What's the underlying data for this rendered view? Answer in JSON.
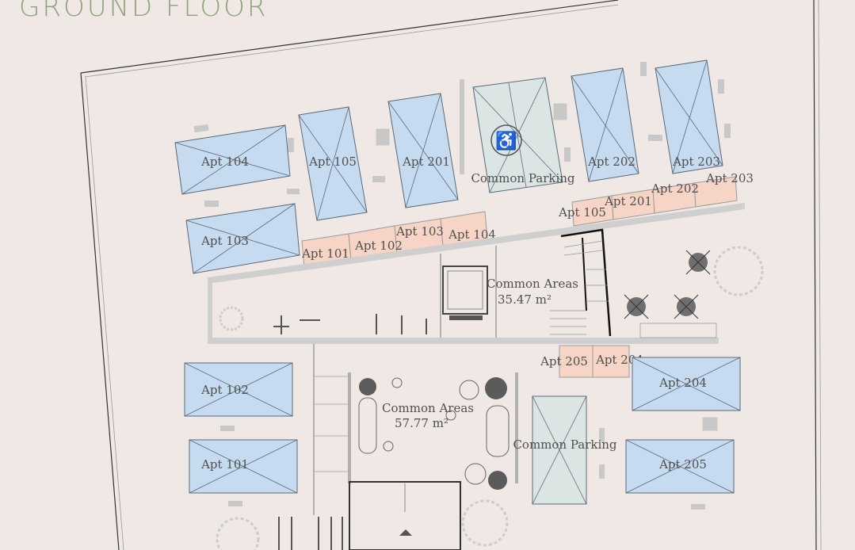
{
  "plan": {
    "title": "GROUND FLOOR",
    "colors": {
      "background": "#efe8e4",
      "title": "#8fa27e",
      "parking_space": "#c6daf0",
      "storage": "#f6d4c6",
      "common_parking": "#dbe6e4"
    },
    "parking": {
      "apt104_upper": "Apt 104",
      "apt105_upper": "Apt 105",
      "apt201_upper": "Apt 201",
      "apt202_upper": "Apt 202",
      "apt203_upper": "Apt 203",
      "apt103": "Apt 103",
      "apt102": "Apt 102",
      "apt101": "Apt 101",
      "apt204": "Apt 204",
      "apt205": "Apt 205",
      "common_parking_top": "Common Parking",
      "common_parking_bottom": "Common Parking"
    },
    "storage": {
      "apt101": "Apt 101",
      "apt102": "Apt 102",
      "apt103": "Apt 103",
      "apt104": "Apt 104",
      "apt105": "Apt 105",
      "apt201": "Apt 201",
      "apt202": "Apt 202",
      "apt203": "Apt 203",
      "apt205": "Apt 205",
      "apt204": "Apt 204"
    },
    "common_areas": [
      {
        "label": "Common Areas",
        "area": "35.47 m²"
      },
      {
        "label": "Common Areas",
        "area": "57.77 m²"
      }
    ],
    "icons": {
      "accessible": "wheelchair-icon"
    }
  }
}
